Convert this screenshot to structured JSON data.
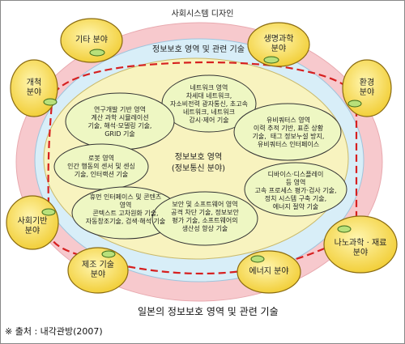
{
  "outer_title": "사회시스템 디자인",
  "middle_title": "정보보호 영역 및 관련 기술",
  "center": {
    "line1": "정보보호 영역",
    "line2": "(정보통신 분야)"
  },
  "outer_nodes": [
    {
      "id": "etc",
      "label": "기타 분야"
    },
    {
      "id": "life",
      "label": "생명과학\n분야"
    },
    {
      "id": "dev",
      "label": "개척\n분야"
    },
    {
      "id": "env",
      "label": "환경\n분야"
    },
    {
      "id": "infra",
      "label": "사회기반\n분야"
    },
    {
      "id": "nano",
      "label": "나노과학 · 재료\n분야"
    },
    {
      "id": "mfg",
      "label": "제조 기술\n분야"
    },
    {
      "id": "energy",
      "label": "에너지 분야"
    }
  ],
  "inner_areas": [
    {
      "id": "network",
      "label": "네트워크 영역\n차세대 네트워크,\n자소비전력 광자통신, 초고속\n네트워크, 네트워크\n감시·제어 기술"
    },
    {
      "id": "rnd",
      "label": "연구개발 기반 영역\n계산 과학 시뮬레이션\n기술, 해석·모델링 기술,\nGRID 기술"
    },
    {
      "id": "ubiquitous",
      "label": "유비쿼터스 영역\n이력 추적 기반, 표준 상황\n기술,  태그 정보누설 방지,\n유비쿼터스 인터페이스"
    },
    {
      "id": "robot",
      "label": "로봇 영역\n인간 행동의 센서 및 센싱\n기술, 인터랙션 기술"
    },
    {
      "id": "device",
      "label": "디바이스·디스플레이\n등 영역\n고속 프로세스 평가·검사 기술,\n정치 시스템 구축 기술,\n에너지 절약 기술"
    },
    {
      "id": "hci",
      "label": "휴먼 인터페이스 및 콘텐츠\n영역\n콘텍스트 고차원화 기술,\n자동창조기술, 검색·해석 기술"
    },
    {
      "id": "security",
      "label": "보안 및 소프트웨어 영역\n공격 차단 기술, 정보보안\n평가 기술, 소프트웨어의\n생산성 향상 기술"
    }
  ],
  "caption": "일본의 정보보호 영역 및 관련 기술",
  "source": "※ 출처 : 내각관방(2007)",
  "colors": {
    "outer_ring": "#f7c9cd",
    "middle_ring": "#d8eef8",
    "inner": "#f8f3bf",
    "node": "#fde57a",
    "dash": "#d62020"
  }
}
